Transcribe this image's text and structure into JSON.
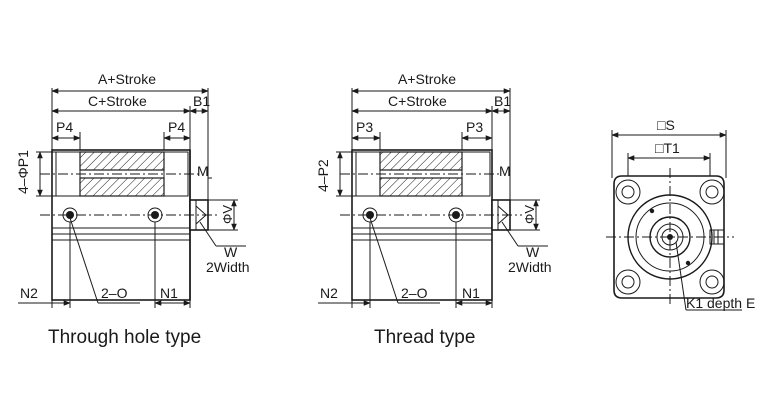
{
  "views": {
    "through": {
      "caption": "Through hole type",
      "a_stroke": "A+Stroke",
      "c_stroke": "C+Stroke",
      "b1": "B1",
      "p_left": "P4",
      "p_right": "P4",
      "side_dim": "4–ΦP1",
      "m": "M",
      "phi_v": "ΦV",
      "w": "W",
      "width": "2Width",
      "n2": "N2",
      "o": "2–O",
      "n1": "N1"
    },
    "thread": {
      "caption": "Thread type",
      "a_stroke": "A+Stroke",
      "c_stroke": "C+Stroke",
      "b1": "B1",
      "p_left": "P3",
      "p_right": "P3",
      "side_dim": "4–P2",
      "m": "M",
      "phi_v": "ΦV",
      "w": "W",
      "width": "2Width",
      "n2": "N2",
      "o": "2–O",
      "n1": "N1"
    },
    "end": {
      "s": "□S",
      "t1": "□T1",
      "k1": "K1 depth E"
    }
  }
}
